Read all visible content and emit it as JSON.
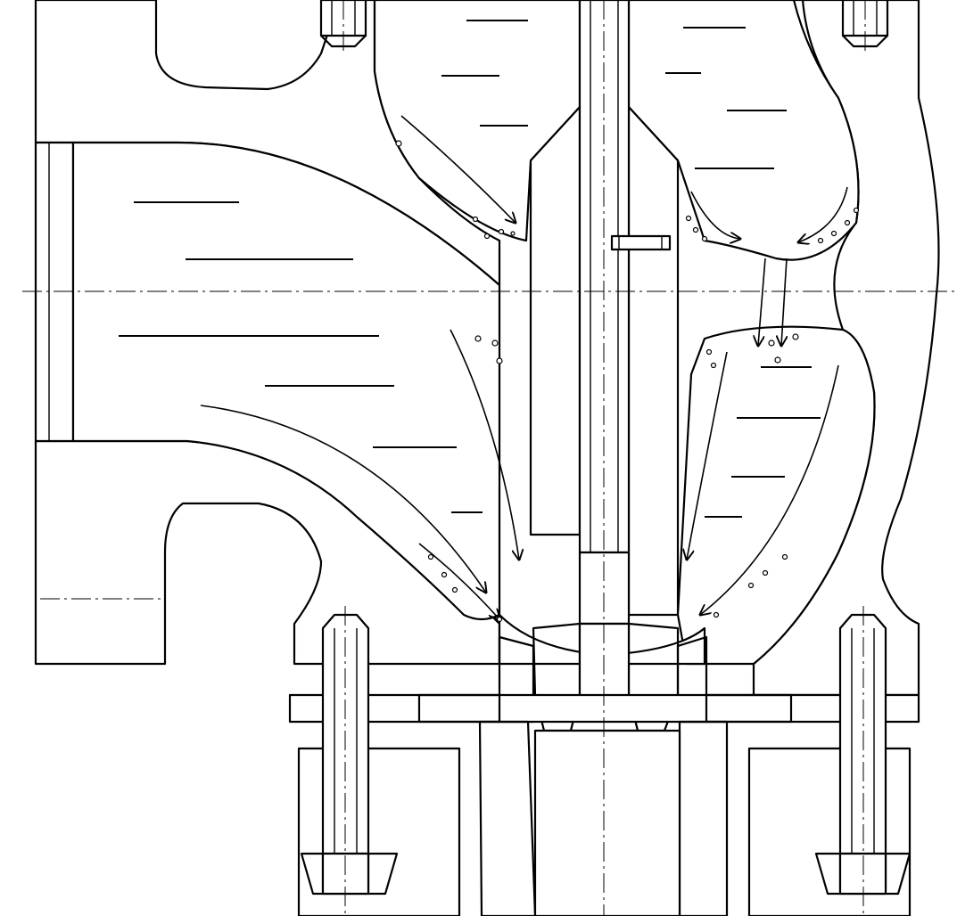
{
  "diagram": {
    "kind": "engineering cross-section",
    "colors": {
      "line": "#000000",
      "background": "#ffffff"
    },
    "hatch_style": "diagonal 45deg",
    "packing_style": "cross-hatch",
    "parts": [
      "left-inlet-flange",
      "valve-body",
      "central-stem",
      "stem-guide-sleeve",
      "packing-ring",
      "bonnet-flange",
      "stud-bolt-left-top",
      "stud-bolt-right-top",
      "stud-bolt-left-bottom",
      "stud-bolt-right-bottom",
      "hex-nut-left",
      "hex-nut-right",
      "guide-pin"
    ]
  }
}
